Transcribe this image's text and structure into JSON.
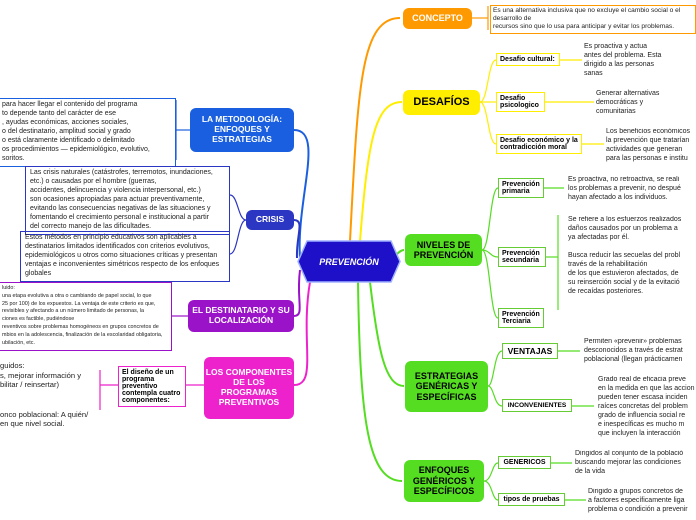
{
  "colors": {
    "center": "#1d10c8",
    "orange": "#ff9900",
    "yellow": "#ffee00",
    "green": "#55dd22",
    "blue": "#1a5fe0",
    "purple": "#9a13c9",
    "magenta": "#ee22cc",
    "darkblue": "#2b36c2"
  },
  "center": {
    "label": "PREVENCIÓN"
  },
  "branches": {
    "concepto": {
      "label": "CONCEPTO",
      "note": "Es una alternativa inclusiva que no excluye el cambio social o el desarrollo de\nrecursos sino que lo usa para anticipar y evitar los problemas."
    },
    "desafios": {
      "label": "DESAFÍOS",
      "items": [
        {
          "label": "Desafio cultural:",
          "note": "Es proactiva y actua\nantes del problema. Esta\ndirigido a las personas\nsanas"
        },
        {
          "label": "Desafio psicologico",
          "note": "Generar alternativas\ndemocráticas y\ncomunitarias"
        },
        {
          "label": "Desafio económico y la contradicción moral",
          "note": "Los beneficios económicos\nla prevención que tratarían\nactividades que generan\npara las personas e institu"
        }
      ]
    },
    "niveles": {
      "label": "NIVELES DE PREVENCIÓN",
      "items": [
        {
          "label": "Prevención primaria",
          "note": "Es proactiva, no retroactiva, se reali\nlos problemas a prevenir, no despué\nhayan afectado a los individuos."
        },
        {
          "label": "Prevención secundaria",
          "note": "Se refiere a los esfuerzos realizados\ndaños causados por un problema a\nya afectadas por él.\n\nBusca reducir las secuelas del probl\ntravés de la rehabilitación\nde los que estuvieron afectados, de\nsu reinserción social y de la evitació\nde recaídas posteriores."
        },
        {
          "label": "Prevención Terciaria",
          "note": ""
        }
      ]
    },
    "estrategias": {
      "label": "ESTRATEGIAS GENÉRICAS Y ESPECÍFICAS",
      "items": [
        {
          "label": "VENTAJAS",
          "note": "Permiten «prevenir» problemas\ndesconocidos a través de estrat\npoblacional (llegan prácticamen"
        },
        {
          "label": "INCONVENIENTES",
          "note": "Grado real de eficacia preve\nen la medida en que las accion\npueden tener escasa inciden\nraíces concretas del problem\ngrado de influencia social re\ne inespecíficas es mucho m\nque incluyen la interacción"
        }
      ]
    },
    "enfoques_gen": {
      "label": "ENFOQUES GENÉRICOS Y ESPECÍFICOS",
      "items": [
        {
          "label": "GENERICOS",
          "note": "Dirigidos al conjunto de la població\nbuscando mejorar las condiciones\nde la vida"
        },
        {
          "label": "tipos de pruebas",
          "note": "Dirigido a grupos concretos de\na factores específicamente liga\nproblema o condición a prevenir"
        }
      ]
    },
    "metodologia": {
      "label": "LA METODOLOGÍA: ENFOQUES Y ESTRATEGIAS",
      "note": "para hacer llegar el contenido del programa\nto depende tanto del carácter de ese\n, ayudas económicas, acciones sociales,\no del destinatario, amplitud social y grado\no está claramente identificado o delimitado\nos procedimientos — epidemiológico, evolutivo,\nsoritos."
    },
    "crisis": {
      "label": "CRISIS",
      "notes": [
        "Las crisis naturales (catástrofes, terremotos, inundaciones,\netc.) o causadas por el hombre (guerras,\naccidentes, delincuencia y violencia interpersonal, etc.)\nson ocasiones apropiadas para actuar preventivamente,\nevitando las consecuencias negativas de las situaciones y\nfomentando el crecimiento personal e institucional a partir\ndel correcto manejo de las dificultades.",
        "Estos métodos en principio educativos son aplicables a\ndestinatarios limitados identificados con criterios evolutivos,\nepidemiológicos u otros como situaciones críticas y presentan\nventajas e inconvenientes simétricos respecto de los enfoques\nglobales"
      ]
    },
    "destinatario": {
      "label": "EL DESTINATARIO Y SU LOCALIZACIÓN",
      "note": "luido:\nuna etapa evolutiva a otra o cambiando de papel social, lo que\n25 por 100) de los expuestos. La ventaja de este criterio es que,\nrevisibles y afectando a un número limitado de personas, la\nciones es factible, pudiéndose\nreventivos sobre problemas homogéneos en grupos concretos de\nmbios en la adolescencia, finalización de la escolaridad obligatoria,\nubilación, etc."
    },
    "componentes": {
      "label": "LOS COMPONENTES DE LOS PROGRAMAS PREVENTIVOS",
      "box": "El diseño de un programa preventivo contempla cuatro componentes:",
      "note": "guidos:\ns, mejorar información y\nbilitar / reinsertar)\n\n\nonco poblacional: A quién/\nen que nivel social."
    }
  }
}
